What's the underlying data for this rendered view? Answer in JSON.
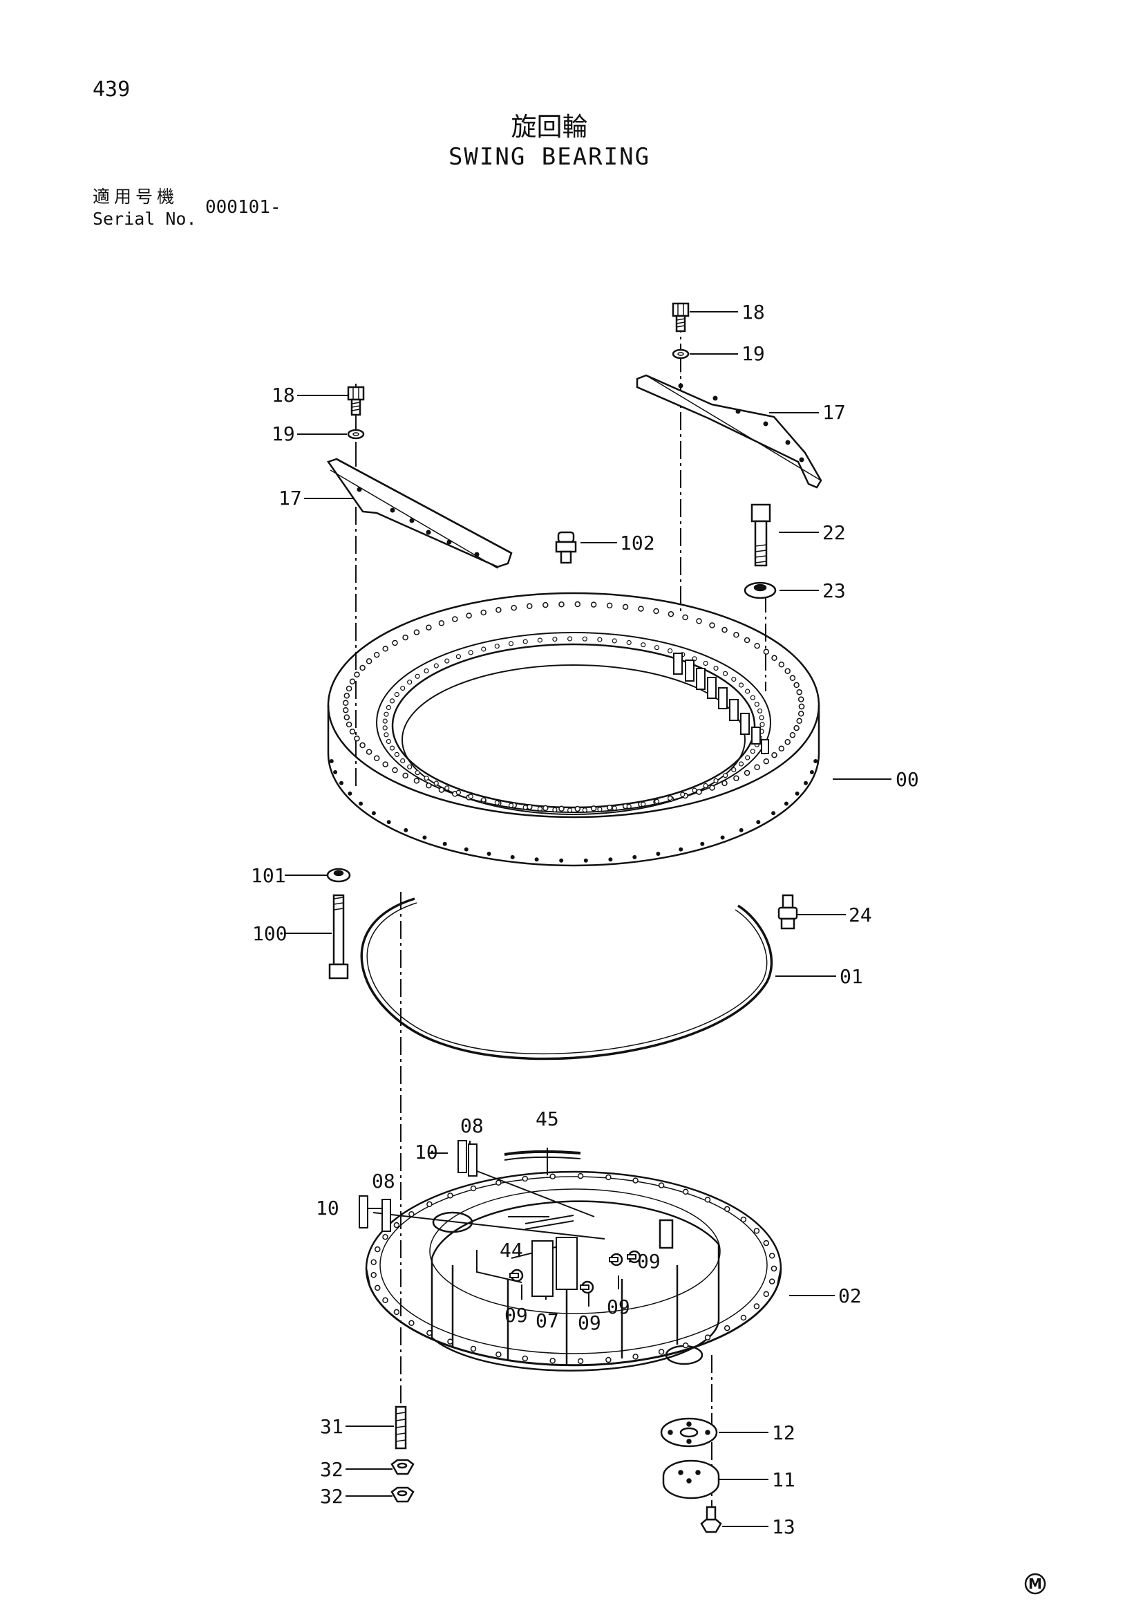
{
  "page_number": "439",
  "title_jp": "旋回輪",
  "title_en": "SWING BEARING",
  "serial": {
    "label_jp": "適用号機",
    "label_en": "Serial No.",
    "value": "000101-"
  },
  "corner_mark": "M",
  "callouts": {
    "c18a": "18",
    "c19a": "19",
    "c17a": "17",
    "c18b": "18",
    "c19b": "19",
    "c17b": "17",
    "c102": "102",
    "c22": "22",
    "c23": "23",
    "c00": "00",
    "c101": "101",
    "c100": "100",
    "c24": "24",
    "c01": "01",
    "c08a": "08",
    "c10a": "10",
    "c45": "45",
    "c08b": "08",
    "c10b": "10",
    "c44": "44",
    "c09a": "09",
    "c09b": "09",
    "c09c": "09",
    "c09d": "09",
    "c07": "07",
    "c02": "02",
    "c31": "31",
    "c32a": "32",
    "c32b": "32",
    "c12": "12",
    "c11": "11",
    "c13": "13"
  }
}
